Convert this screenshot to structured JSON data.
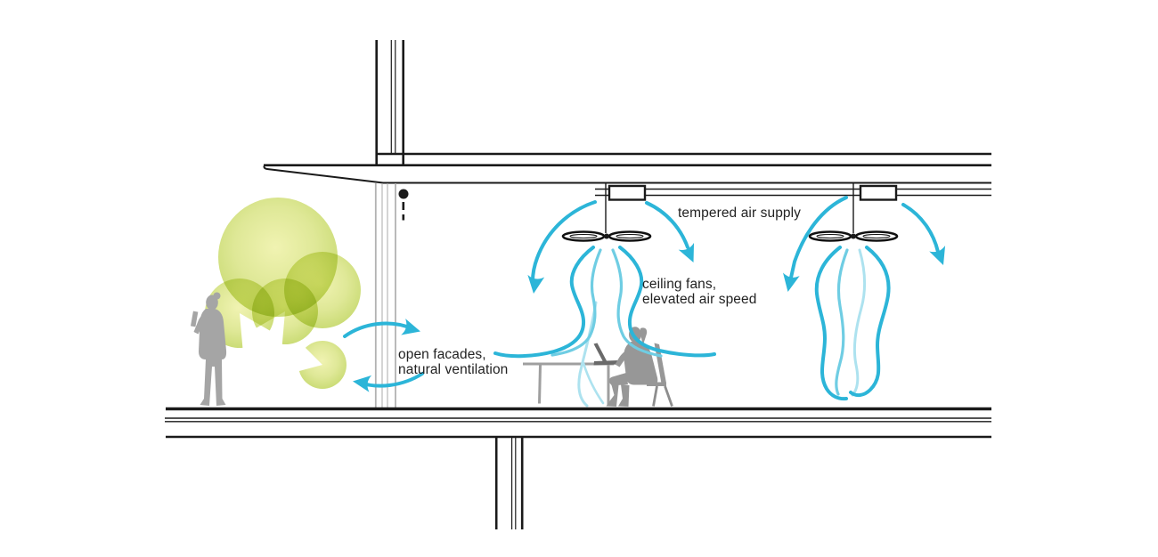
{
  "diagram": {
    "type": "architectural-section-ventilation-concept",
    "labels": {
      "tempered_air_supply": "tempered air supply",
      "ceiling_fans": "ceiling fans,",
      "elevated_air_speed": "elevated air speed",
      "open_facades": "open facades,",
      "natural_ventilation": "natural ventilation"
    },
    "colors": {
      "airflow": "#2cb5d8",
      "airflow_mid": "#6fcde3",
      "airflow_light": "#ade2ef",
      "foliage_edge": "#c3d765",
      "foliage_center": "#eff2ab",
      "silhouette": "#a5a5a5",
      "structure": "#1a1a1a",
      "background": "#ffffff"
    },
    "elements": [
      "roof-slab",
      "canopy-slab",
      "upper-column",
      "open-facade-column",
      "supply-duct",
      "air-diffuser-left",
      "air-diffuser-right",
      "ceiling-fan-left",
      "ceiling-fan-right",
      "airflow-plumes",
      "facade-airflow-arrows",
      "tree-foliage",
      "standing-person",
      "sitting-person",
      "desk",
      "laptop",
      "chair",
      "floor-slab",
      "lower-column"
    ]
  }
}
